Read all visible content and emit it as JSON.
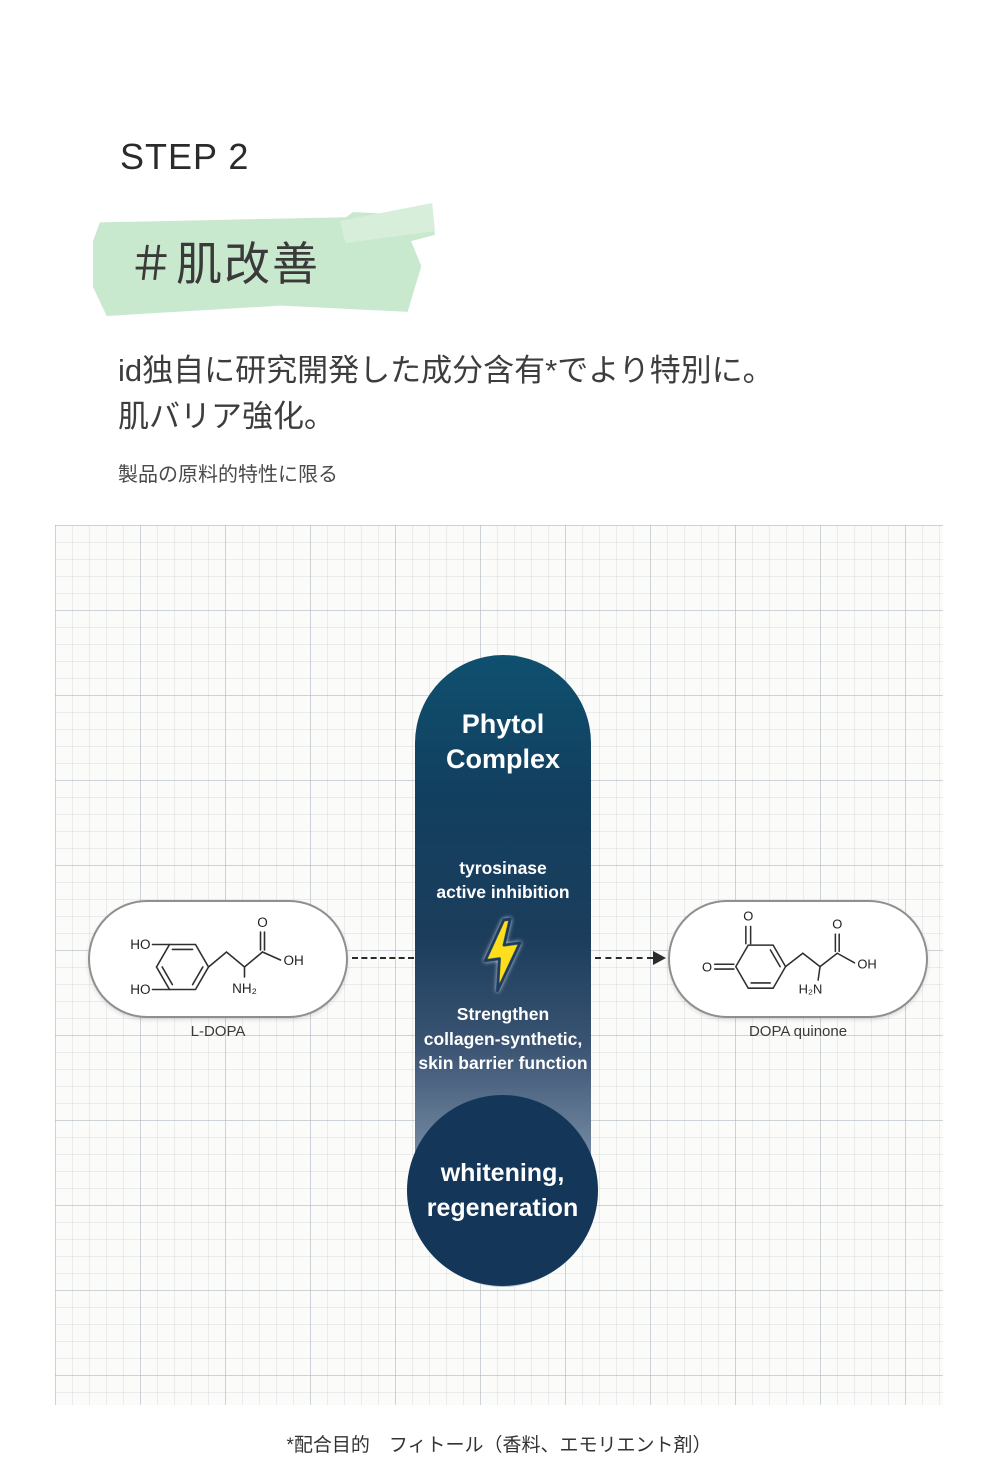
{
  "header": {
    "step": "STEP 2",
    "hashtag": "＃肌改善",
    "headline_line1": "id独自に研究開発した成分含有*でより特別に。",
    "headline_line2": "肌バリア強化。",
    "note": "製品の原料的特性に限る"
  },
  "diagram": {
    "capsule": {
      "title_line1": "Phytol",
      "title_line2": "Complex",
      "effect_top_line1": "tyrosinase",
      "effect_top_line2": "active inhibition",
      "effect_bottom_line1": "Strengthen",
      "effect_bottom_line2": "collagen-synthetic,",
      "effect_bottom_line3": "skin barrier function",
      "result_line1": "whitening,",
      "result_line2": "regeneration"
    },
    "molecules": {
      "left": {
        "label": "L-DOPA",
        "atoms": {
          "ho_top": "HO",
          "ho_bottom": "HO",
          "carbonyl_o": "O",
          "hydroxyl": "OH",
          "amine": "NH₂"
        }
      },
      "right": {
        "label": "DOPA quinone",
        "atoms": {
          "o_top": "O",
          "o_left": "O",
          "amine": "H₂N",
          "carbonyl_o": "O",
          "hydroxyl": "OH"
        }
      }
    },
    "icons": {
      "bolt": "lightning-bolt"
    },
    "colors": {
      "highlight_green": "#c9e9cf",
      "capsule_top": "#0f506f",
      "capsule_mid": "#1d3d5c",
      "capsule_bottom": "#b3c0cf",
      "result_circle": "#143659",
      "bolt_fill": "#ffdf1c",
      "bolt_outline": "#1c3b5e"
    }
  },
  "footer": {
    "footnote": "*配合目的　フィトール（香料、エモリエント剤）"
  }
}
